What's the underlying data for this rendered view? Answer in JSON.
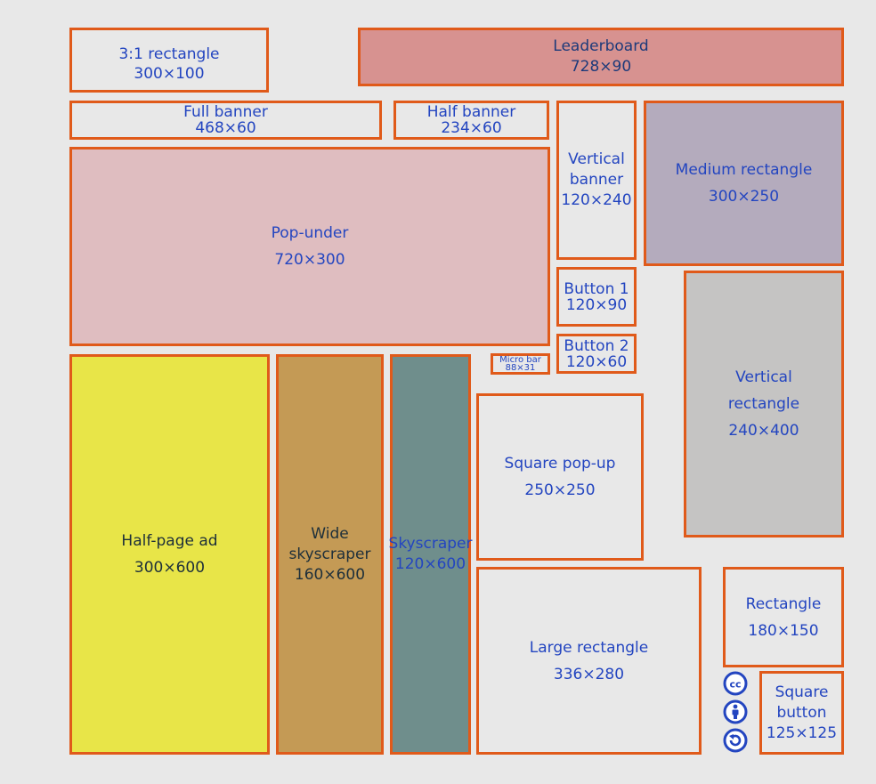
{
  "ads": {
    "rect31": {
      "name": "3:1 rectangle",
      "size": "300×100"
    },
    "leaderboard": {
      "name": "Leaderboard",
      "size": "728×90",
      "color": "#d79290"
    },
    "full_banner": {
      "name": "Full banner",
      "size": "468×60"
    },
    "half_banner": {
      "name": "Half banner",
      "size": "234×60"
    },
    "vertical_banner": {
      "line1": "Vertical",
      "line2": "banner",
      "size": "120×240"
    },
    "medium_rectangle": {
      "name": "Medium rectangle",
      "size": "300×250",
      "color": "#b4abbd"
    },
    "pop_under": {
      "name": "Pop-under",
      "size": "720×300",
      "color": "#dfbdc0"
    },
    "button1": {
      "name": "Button 1",
      "size": "120×90"
    },
    "button2": {
      "name": "Button 2",
      "size": "120×60"
    },
    "micro_bar": {
      "name": "Micro bar",
      "size": "88×31"
    },
    "vertical_rectangle": {
      "line1": "Vertical",
      "line2": "rectangle",
      "size": "240×400",
      "color": "#c5c4c3"
    },
    "half_page": {
      "name": "Half-page ad",
      "size": "300×600",
      "color": "#e8e548"
    },
    "wide_skyscraper": {
      "line1": "Wide",
      "line2": "skyscraper",
      "size": "160×600",
      "color": "#c49a55"
    },
    "skyscraper": {
      "name": "Skyscraper",
      "size": "120×600",
      "color": "#6f8e8c"
    },
    "square_popup": {
      "name": "Square pop-up",
      "size": "250×250"
    },
    "large_rectangle": {
      "name": "Large rectangle",
      "size": "336×280"
    },
    "rectangle": {
      "name": "Rectangle",
      "size": "180×150"
    },
    "square_button": {
      "line1": "Square",
      "line2": "button",
      "size": "125×125"
    }
  },
  "colors": {
    "border": "#e05a1a",
    "text": "#2345c0",
    "background": "#e8e8e8"
  },
  "license_icons": [
    "cc-icon",
    "attribution-icon",
    "share-alike-icon"
  ]
}
